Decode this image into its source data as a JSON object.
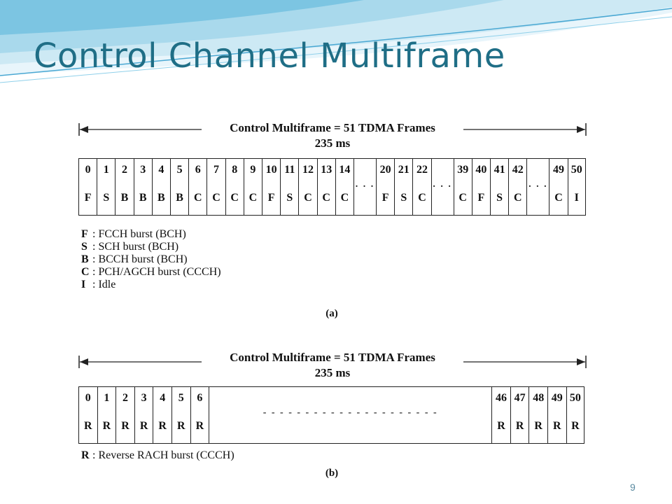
{
  "slide": {
    "title": "Control Channel Multiframe",
    "page_number": "9"
  },
  "panel_a": {
    "header_line1": "Control Multiframe = 51 TDMA Frames",
    "header_line2": "235 ms",
    "frames": [
      {
        "n": "0",
        "l": "F"
      },
      {
        "n": "1",
        "l": "S"
      },
      {
        "n": "2",
        "l": "B"
      },
      {
        "n": "3",
        "l": "B"
      },
      {
        "n": "4",
        "l": "B"
      },
      {
        "n": "5",
        "l": "B"
      },
      {
        "n": "6",
        "l": "C"
      },
      {
        "n": "7",
        "l": "C"
      },
      {
        "n": "8",
        "l": "C"
      },
      {
        "n": "9",
        "l": "C"
      },
      {
        "n": "10",
        "l": "F"
      },
      {
        "n": "11",
        "l": "S"
      },
      {
        "n": "12",
        "l": "C"
      },
      {
        "n": "13",
        "l": "C"
      },
      {
        "n": "14",
        "l": "C"
      },
      {
        "gap": true,
        "dots": ". . ."
      },
      {
        "n": "20",
        "l": "F"
      },
      {
        "n": "21",
        "l": "S"
      },
      {
        "n": "22",
        "l": "C"
      },
      {
        "gap": true,
        "dots": ". . ."
      },
      {
        "n": "39",
        "l": "C"
      },
      {
        "n": "40",
        "l": "F"
      },
      {
        "n": "41",
        "l": "S"
      },
      {
        "n": "42",
        "l": "C"
      },
      {
        "gap": true,
        "dots": ". . ."
      },
      {
        "n": "49",
        "l": "C"
      },
      {
        "n": "50",
        "l": "I"
      }
    ],
    "legend": [
      {
        "key": "F",
        "text": ": FCCH burst (BCH)"
      },
      {
        "key": "S",
        "text": ": SCH burst (BCH)"
      },
      {
        "key": "B",
        "text": ": BCCH burst (BCH)"
      },
      {
        "key": "C",
        "text": ": PCH/AGCH burst (CCCH)"
      },
      {
        "key": "I",
        "text": ": Idle"
      }
    ],
    "caption": "(a)"
  },
  "panel_b": {
    "header_line1": "Control Multiframe = 51 TDMA Frames",
    "header_line2": "235 ms",
    "frames": [
      {
        "n": "0",
        "l": "R"
      },
      {
        "n": "1",
        "l": "R"
      },
      {
        "n": "2",
        "l": "R"
      },
      {
        "n": "3",
        "l": "R"
      },
      {
        "n": "4",
        "l": "R"
      },
      {
        "n": "5",
        "l": "R"
      },
      {
        "n": "6",
        "l": "R"
      },
      {
        "gap": true,
        "wide": true,
        "dots": "- - - - - - - - - - - - - - - - - - - - -"
      },
      {
        "n": "46",
        "l": "R"
      },
      {
        "n": "47",
        "l": "R"
      },
      {
        "n": "48",
        "l": "R"
      },
      {
        "n": "49",
        "l": "R"
      },
      {
        "n": "50",
        "l": "R"
      }
    ],
    "legend": [
      {
        "key": "R",
        "text": ": Reverse RACH burst (CCCH)"
      }
    ],
    "caption": "(b)"
  }
}
